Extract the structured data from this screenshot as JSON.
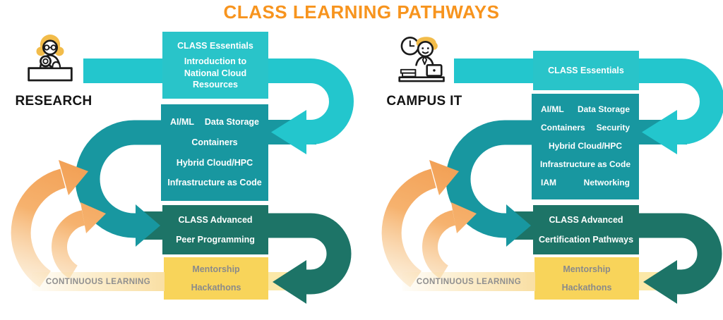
{
  "title": "CLASS LEARNING PATHWAYS",
  "colors": {
    "title_orange": "#F7941E",
    "essentials_teal": "#29C4C9",
    "core_dark_teal": "#1897A0",
    "advanced_dark_green": "#1D7467",
    "community_yellow": "#F8D45A",
    "continuous_orange": "#F3A55C",
    "muted_gray_text": "#8A8A8A"
  },
  "pathways": {
    "research": {
      "label": "RESEARCH",
      "icon": "researcher-magnifier-icon",
      "essentials": {
        "title": "CLASS Essentials",
        "subtitle": "Introduction to National Cloud Resources"
      },
      "core_topics": [
        [
          "AI/ML",
          "Data Storage"
        ],
        [
          "Containers"
        ],
        [
          "Hybrid Cloud/HPC"
        ],
        [
          "Infrastructure as Code"
        ]
      ],
      "advanced": [
        "CLASS Advanced",
        "Peer Programming"
      ],
      "community": [
        "Mentorship",
        "Hackathons"
      ],
      "continuous_label": "CONTINUOUS LEARNING"
    },
    "campus_it": {
      "label": "CAMPUS IT",
      "icon": "it-staff-laptop-icon",
      "essentials": {
        "title": "CLASS Essentials"
      },
      "core_topics": [
        [
          "AI/ML",
          "Data Storage"
        ],
        [
          "Containers",
          "Security"
        ],
        [
          "Hybrid Cloud/HPC"
        ],
        [
          "Infrastructure as Code"
        ],
        [
          "IAM",
          "Networking"
        ]
      ],
      "advanced": [
        "CLASS Advanced",
        "Certification Pathways"
      ],
      "community": [
        "Mentorship",
        "Hackathons"
      ],
      "continuous_label": "CONTINUOUS LEARNING"
    }
  }
}
